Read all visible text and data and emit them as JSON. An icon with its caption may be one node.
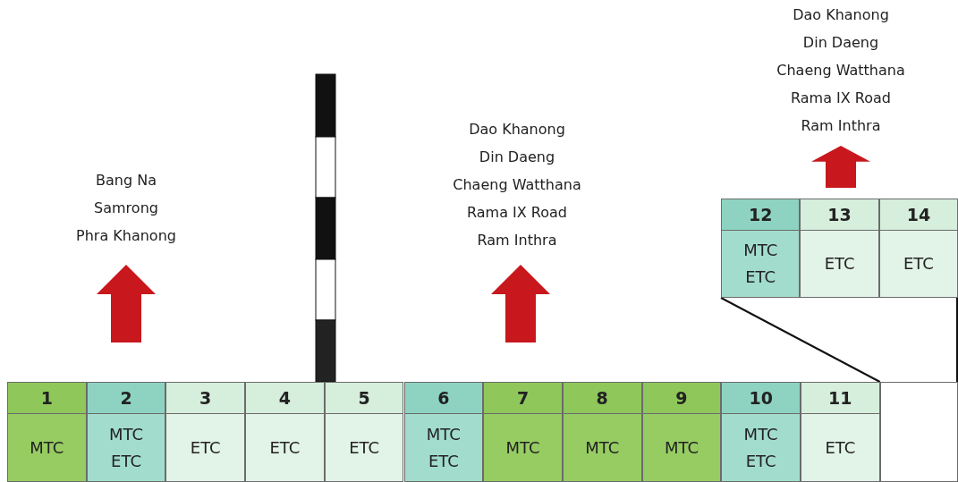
{
  "diagram": {
    "nodes": [
      {
        "text": [
          "1",
          "MTC"
        ]
      },
      {
        "text": [
          "2",
          "MTC ETC"
        ]
      },
      {
        "text": [
          "3",
          "ETC"
        ]
      },
      {
        "text": [
          "4",
          "ETC"
        ]
      },
      {
        "text": [
          "5",
          "ETC"
        ]
      },
      {
        "text": [
          "6",
          "MTC ETC"
        ]
      },
      {
        "text": [
          "7",
          "MTC"
        ]
      },
      {
        "text": [
          "8",
          "MTC"
        ]
      },
      {
        "text": [
          "9",
          "MTC"
        ]
      },
      {
        "text": [
          "10",
          "MTC ETC"
        ]
      },
      {
        "text": [
          "11",
          "ETC"
        ]
      },
      {
        "text": [],
        "shape": "box"
      },
      {
        "text": [
          "12",
          "MTC ETC"
        ]
      },
      {
        "text": [
          "13",
          "ETC"
        ]
      },
      {
        "text": [
          "14",
          "ETC"
        ]
      }
    ],
    "edges": [
      {
        "from": 11,
        "to": 12,
        "arrow": "none"
      },
      {
        "from": 11,
        "to": 14,
        "arrow": "none"
      }
    ],
    "labels": [
      "Bang Na",
      "Samrong",
      "Phra Khanong",
      "Dao Khanong",
      "Din Daeng",
      "Chaeng Watthana",
      "Rama IX Road",
      "Ram Inthra",
      "Dao Khanong",
      "Din Daeng",
      "Chaeng Watthana",
      "Rama IX Road",
      "Ram Inthra"
    ]
  }
}
